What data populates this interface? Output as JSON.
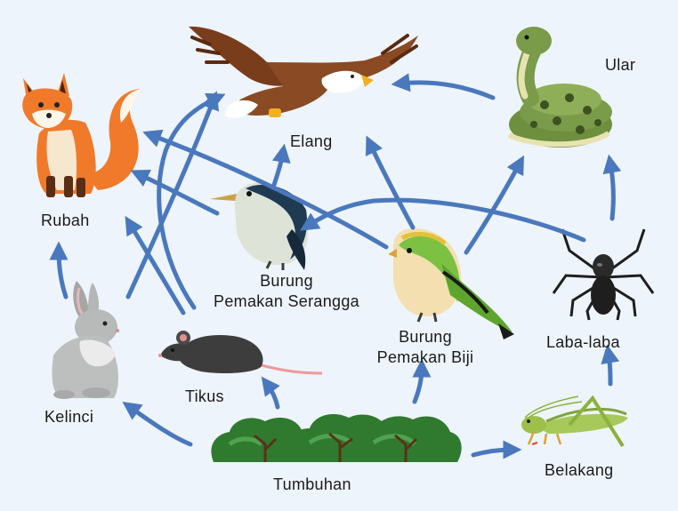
{
  "nodes": {
    "rubah": "Rubah",
    "elang": "Elang",
    "ular": "Ular",
    "burung_serangga_1": "Burung",
    "burung_serangga_2": "Pemakan Serangga",
    "burung_biji_1": "Burung",
    "burung_biji_2": "Pemakan Biji",
    "laba_laba": "Laba-laba",
    "kelinci": "Kelinci",
    "tikus": "Tikus",
    "tumbuhan": "Tumbuhan",
    "belakang": "Belakang"
  },
  "edges": [
    {
      "from": "Tumbuhan",
      "to": "Kelinci"
    },
    {
      "from": "Tumbuhan",
      "to": "Tikus"
    },
    {
      "from": "Tumbuhan",
      "to": "Burung Pemakan Biji"
    },
    {
      "from": "Tumbuhan",
      "to": "Belakang"
    },
    {
      "from": "Belakang",
      "to": "Laba-laba"
    },
    {
      "from": "Laba-laba",
      "to": "Ular"
    },
    {
      "from": "Laba-laba",
      "to": "Burung Pemakan Serangga"
    },
    {
      "from": "Burung Pemakan Biji",
      "to": "Ular"
    },
    {
      "from": "Burung Pemakan Biji",
      "to": "Elang"
    },
    {
      "from": "Burung Pemakan Biji",
      "to": "Rubah"
    },
    {
      "from": "Burung Pemakan Serangga",
      "to": "Elang"
    },
    {
      "from": "Burung Pemakan Serangga",
      "to": "Rubah"
    },
    {
      "from": "Ular",
      "to": "Elang"
    },
    {
      "from": "Kelinci",
      "to": "Rubah"
    },
    {
      "from": "Kelinci",
      "to": "Elang"
    },
    {
      "from": "Tikus",
      "to": "Rubah"
    },
    {
      "from": "Tikus",
      "to": "Elang"
    }
  ],
  "colors": {
    "background": "#eef4fb",
    "arrow": "#4a78bd",
    "fox": "#f07a2a",
    "eagle_body": "#8a4a24",
    "snake": "#7a9b4a",
    "seed_bird": "#7cc142",
    "insect_bird": "#1f3b52",
    "grasshopper": "#9cc04a",
    "bush": "#2f7a2f"
  }
}
